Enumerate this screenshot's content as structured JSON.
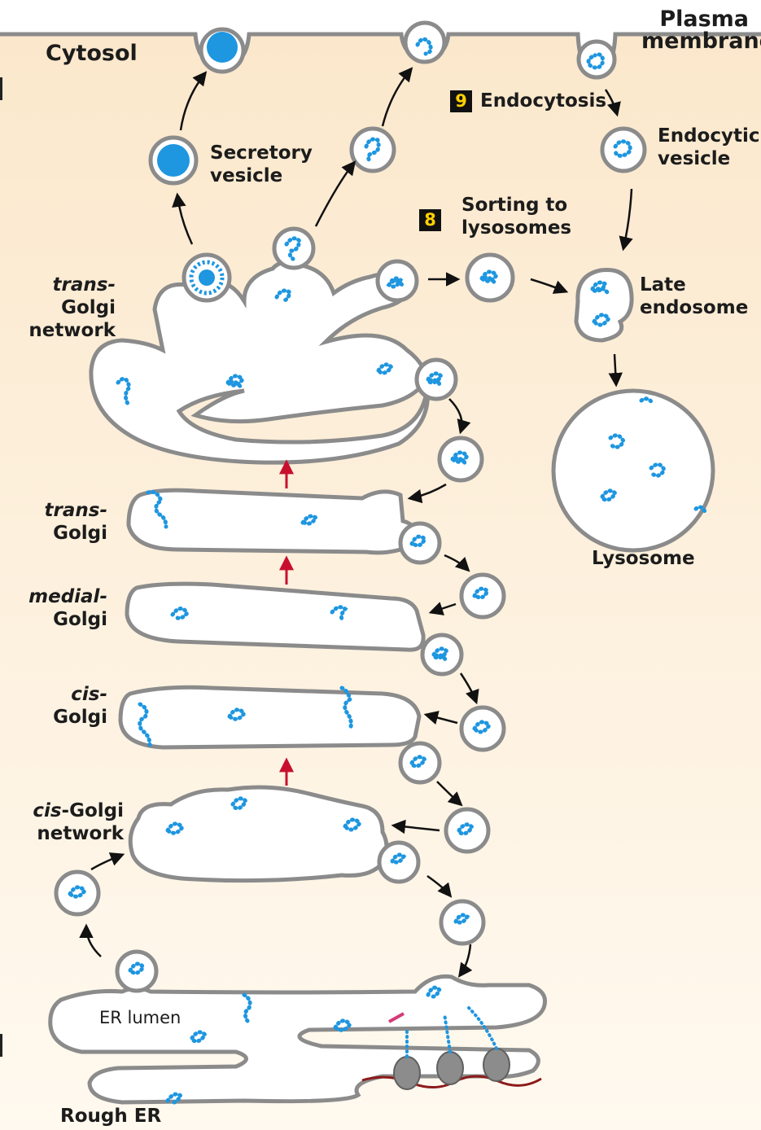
{
  "labels": {
    "plasma_membrane": [
      "Plasma",
      "membrane"
    ],
    "cytosol": "Cytosol",
    "endocytosis": "Endocytosis",
    "endocytic_vesicle": [
      "Endocytic",
      "vesicle"
    ],
    "secretory_vesicle": [
      "Secretory",
      "vesicle"
    ],
    "sorting_to_lysosomes": [
      "Sorting to",
      "lysosomes"
    ],
    "late_endosome": [
      "Late",
      "endosome"
    ],
    "trans_golgi_network": [
      "trans-",
      "Golgi",
      "network"
    ],
    "lysosome": "Lysosome",
    "trans_golgi": [
      "trans-",
      "Golgi"
    ],
    "medial_golgi": [
      "medial-",
      "Golgi"
    ],
    "cis_golgi": [
      "cis-",
      "Golgi"
    ],
    "cis_golgi_network": [
      "cis",
      "-Golgi",
      "network"
    ],
    "er_lumen": "ER lumen",
    "rough_er": "Rough ER"
  },
  "steps": {
    "endocytosis_number": "9",
    "sorting_number": "8"
  },
  "colors": {
    "cytosol_top": "#fbe8cc",
    "cytosol_bottom": "#fff9ef",
    "membrane": "#8b8b8b",
    "lumen": "#ffffff",
    "protein": "#1e96e0",
    "transport_arrow": "#111111",
    "flow_arrow": "#c8102e",
    "mrna": "#8b1a1a",
    "ribosome": "#8c8c8c",
    "signal_peptide": "#d63a78",
    "step_box": "#111111",
    "step_number": "#ffd200"
  }
}
